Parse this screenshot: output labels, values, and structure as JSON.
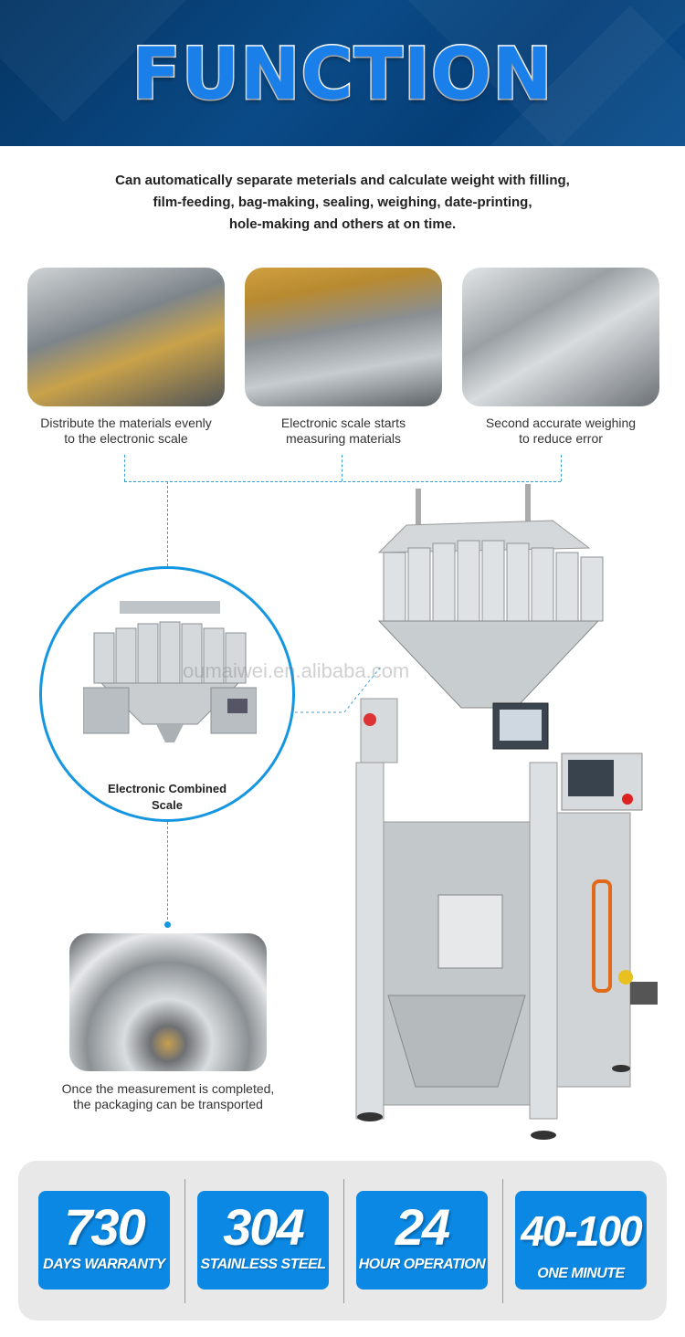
{
  "header": {
    "title": "FUNCTION"
  },
  "description": [
    "Can automatically separate meterials and calculate weight with filling,",
    "film-feeding, bag-making, sealing, weighing, date-printing,",
    "hole-making and others at on time."
  ],
  "steps": [
    {
      "line1": "Distribute the materials evenly",
      "line2": "to the electronic scale"
    },
    {
      "line1": "Electronic scale starts",
      "line2": "measuring materials"
    },
    {
      "line1": "Second accurate weighing",
      "line2": "to reduce error"
    }
  ],
  "circle": {
    "line1": "Electronic Combined",
    "line2": "Scale"
  },
  "final_step": {
    "line1": "Once the measurement is completed,",
    "line2": "the packaging can be transported"
  },
  "watermark": "oumaiwei.en.alibaba.com",
  "stats": [
    {
      "value": "730",
      "label": "DAYS WARRANTY"
    },
    {
      "value": "304",
      "label": "STAINLESS STEEL"
    },
    {
      "value": "24",
      "label": "HOUR OPERATION"
    },
    {
      "value": "40-100",
      "label": "ONE MINUTE"
    }
  ],
  "colors": {
    "header_bg": "#063f78",
    "accent": "#0a88e4",
    "dash": "#3aa0d8"
  }
}
